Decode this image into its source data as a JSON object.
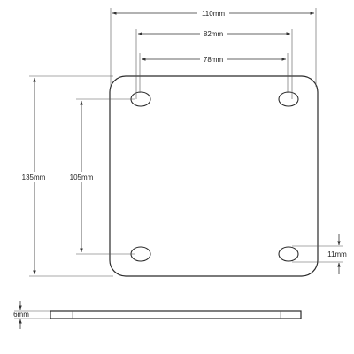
{
  "drawing": {
    "dimensions": {
      "overall_width": "110mm",
      "hole_outer_spacing": "82mm",
      "hole_inner_spacing": "78mm",
      "overall_height": "135mm",
      "hole_vertical_spacing": "105mm",
      "hole_slot_height": "11mm",
      "thickness": "6mm"
    }
  }
}
